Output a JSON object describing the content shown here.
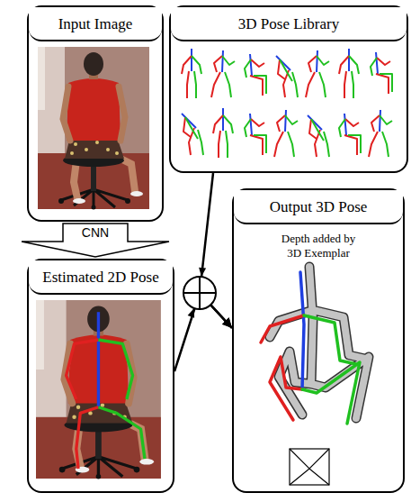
{
  "diagram": {
    "nodes": [
      {
        "text": [
          "Input Image"
        ]
      },
      {
        "text": [
          "3D Pose Library"
        ]
      },
      {
        "text": [
          "Estimated 2D Pose"
        ]
      },
      {
        "text": [
          "Output 3D Pose",
          "Depth added by 3D Exemplar"
        ]
      }
    ],
    "edges": [
      {
        "from": 0,
        "to": 2,
        "label": "CNN",
        "arrow": "to"
      },
      {
        "from": 1,
        "to": 3,
        "arrow": "to"
      },
      {
        "from": 2,
        "to": 3,
        "arrow": "to"
      }
    ]
  }
}
